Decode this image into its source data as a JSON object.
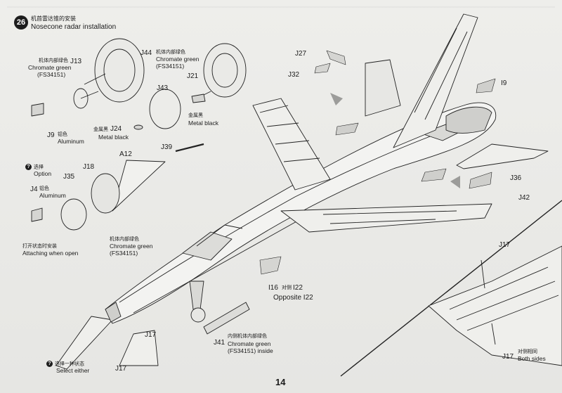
{
  "step": {
    "number": "26",
    "title_cn": "机首雷达锥的安装",
    "title_en": "Nosecone radar installation"
  },
  "parts": {
    "j13": "J13",
    "j44": "J44",
    "j21": "J21",
    "j43": "J43",
    "j24": "J24",
    "j9": "J9",
    "j39": "J39",
    "a12": "A12",
    "j18": "J18",
    "j35": "J35",
    "j4": "J4",
    "j27": "J27",
    "j32": "J32",
    "i9": "I9",
    "j36": "J36",
    "j42": "J42",
    "i16": "I16",
    "i22": "I22",
    "j41": "J41",
    "j17_top": "J17",
    "j17_bottom": "J17",
    "j17_right_top": "J17",
    "j17_right_bottom": "J17"
  },
  "notes": {
    "chromate_cn": "机体内部绿色",
    "chromate_en": "Chromate green",
    "fs_code": "(FS34151)",
    "aluminum_cn": "铝色",
    "aluminum_en": "Aluminum",
    "metal_black_cn": "金属黑",
    "metal_black_en": "Metal black",
    "option_cn": "选择",
    "option_en": "Option",
    "attach_cn": "打开状态时安装",
    "attach_en": "Attaching when open",
    "opposite_cn": "对侧",
    "opposite_en": "Opposite I22",
    "inside_cn": "内侧机体内部绿色",
    "inside_fs": "(FS34151) inside",
    "select_cn": "选择一种状态",
    "select_en": "Select either",
    "both_cn": "对侧相同",
    "both_en": "Both sides",
    "option_mark": "?"
  },
  "page_number": "14"
}
